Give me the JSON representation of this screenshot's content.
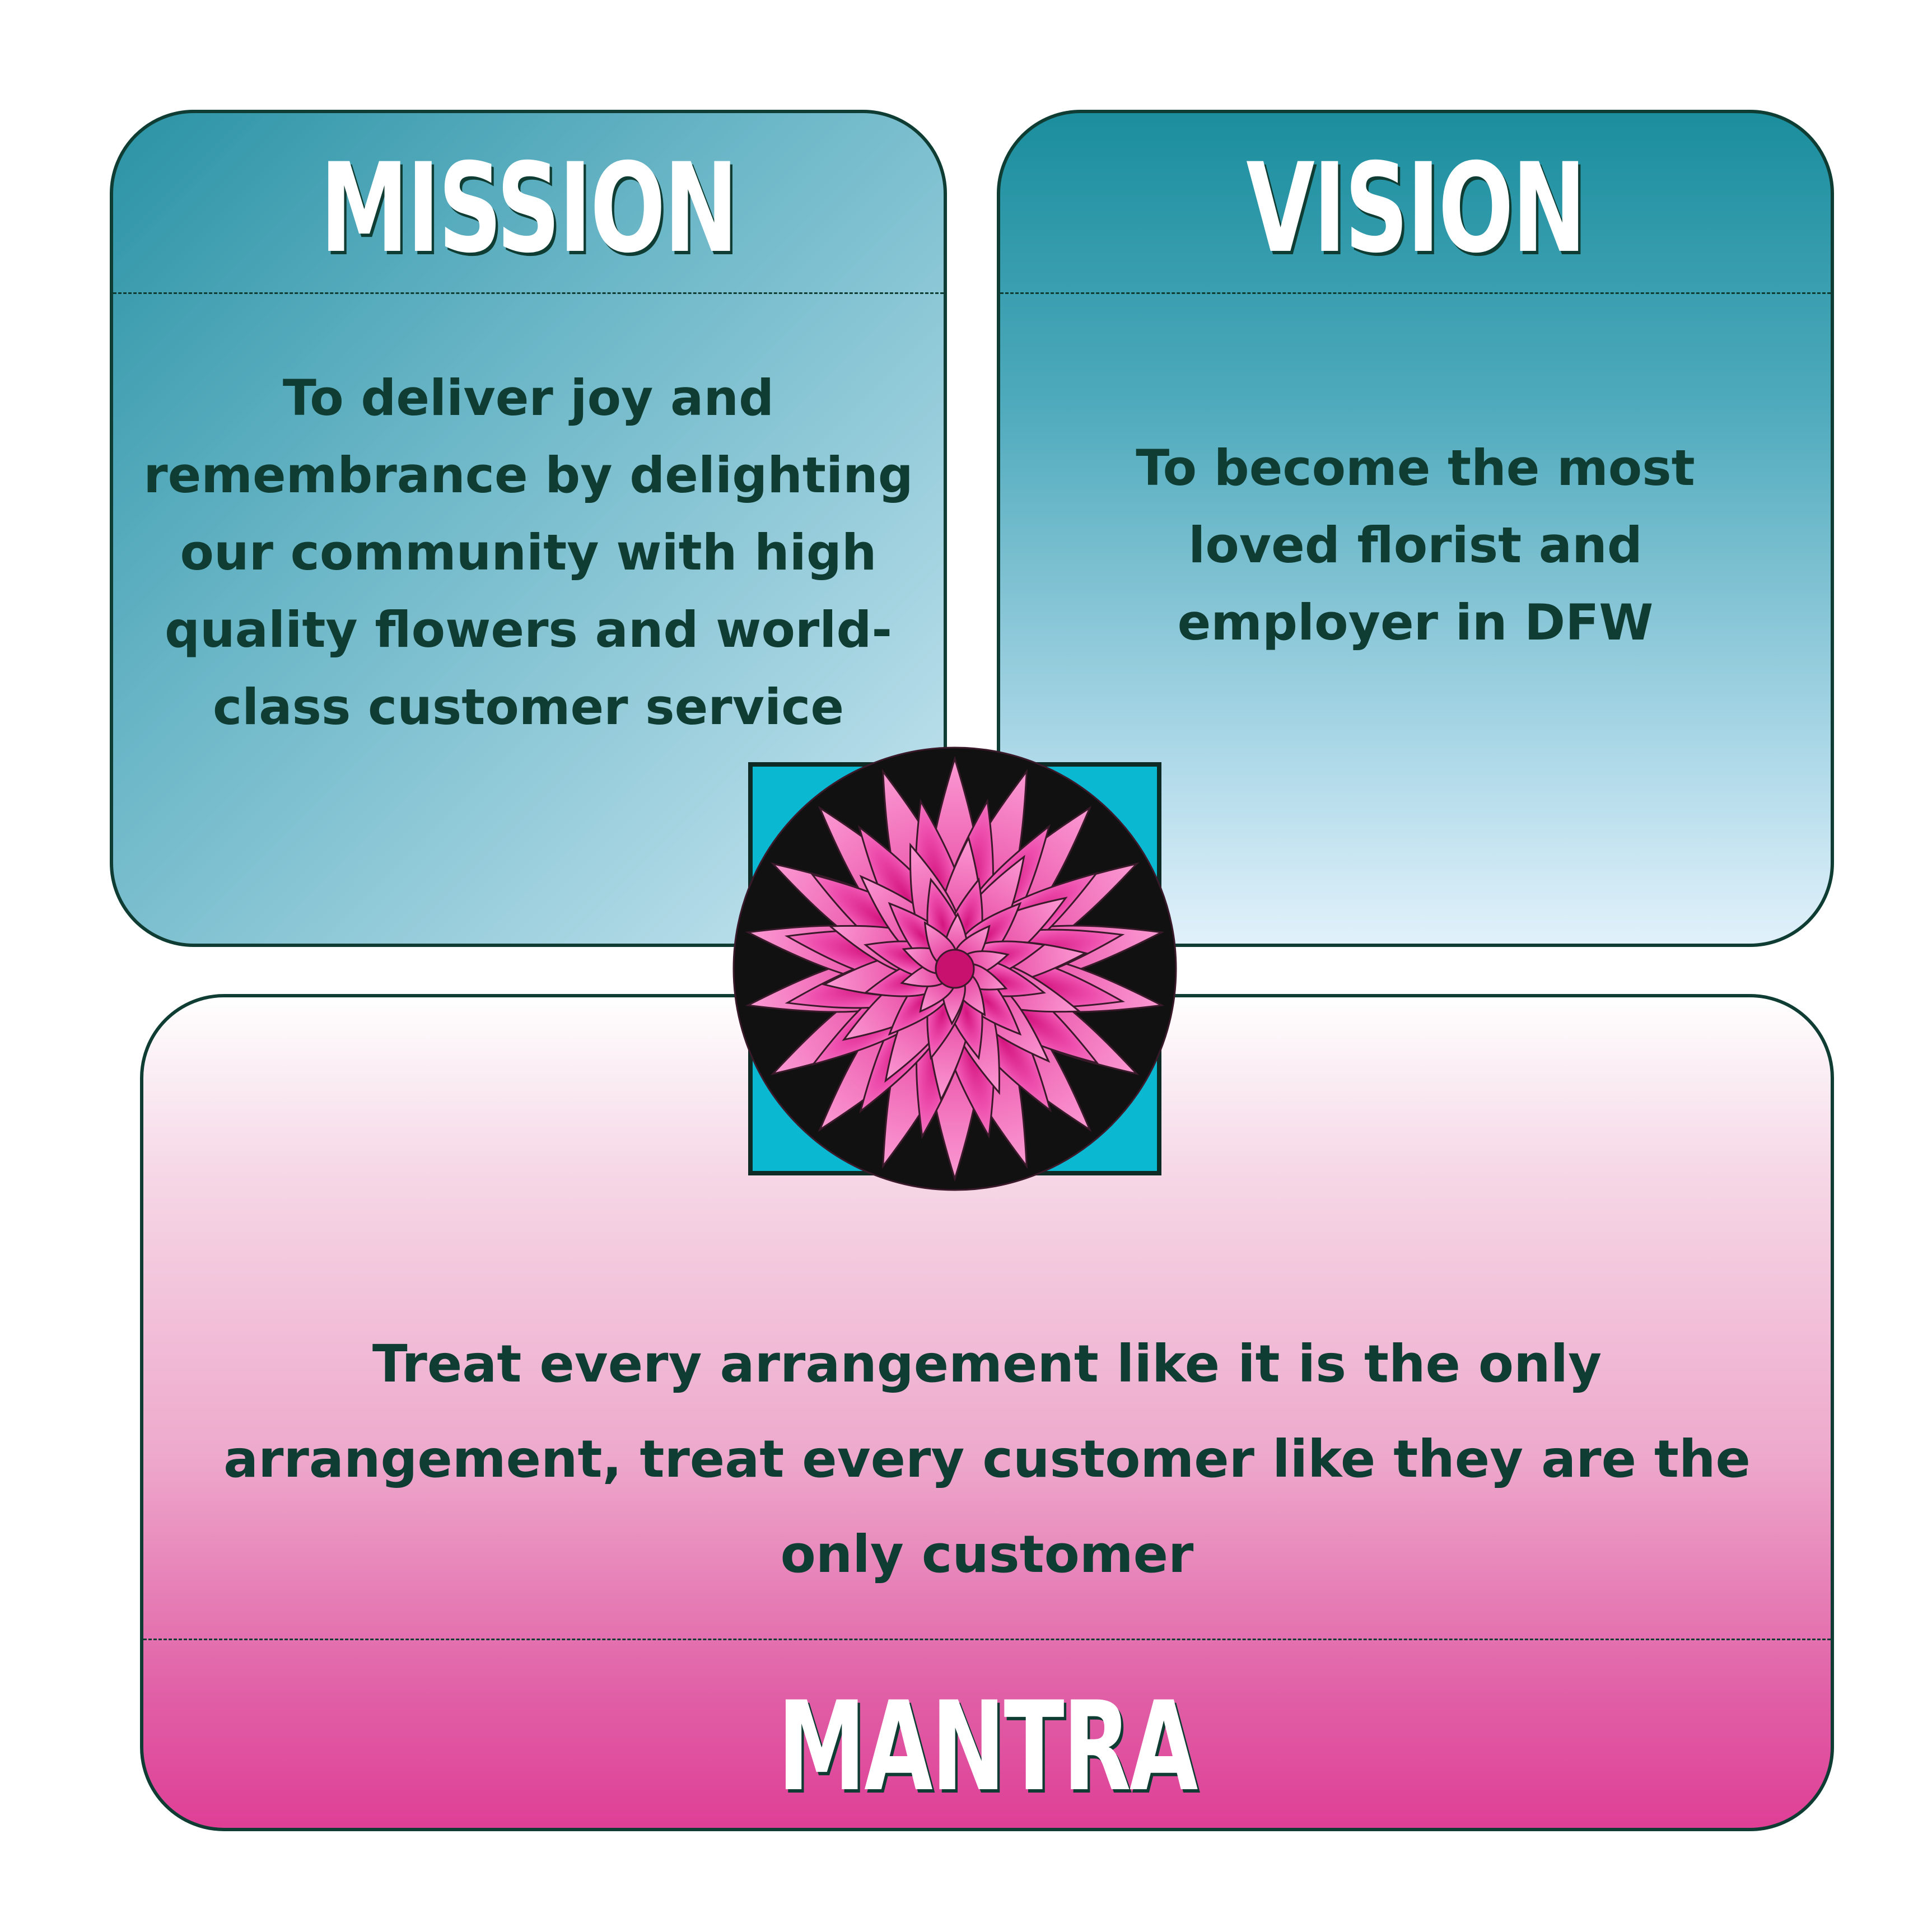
{
  "mission": {
    "title": "MISSION",
    "text": "To deliver joy and remembrance by delighting our community with high quality flowers and world-class customer service"
  },
  "vision": {
    "title": "VISION",
    "text": "To become the most loved florist and employer in DFW"
  },
  "mantra": {
    "title": "MANTRA",
    "text": "Treat every arrangement like it is the only arrangement, treat every customer like they are the only customer"
  },
  "colors": {
    "teal": "#1b8e9e",
    "pink": "#df3f96",
    "dark_green": "#0f3d33",
    "flower_square": "#0ab8d1"
  },
  "icons": {
    "center": "dahlia-flower-icon"
  }
}
